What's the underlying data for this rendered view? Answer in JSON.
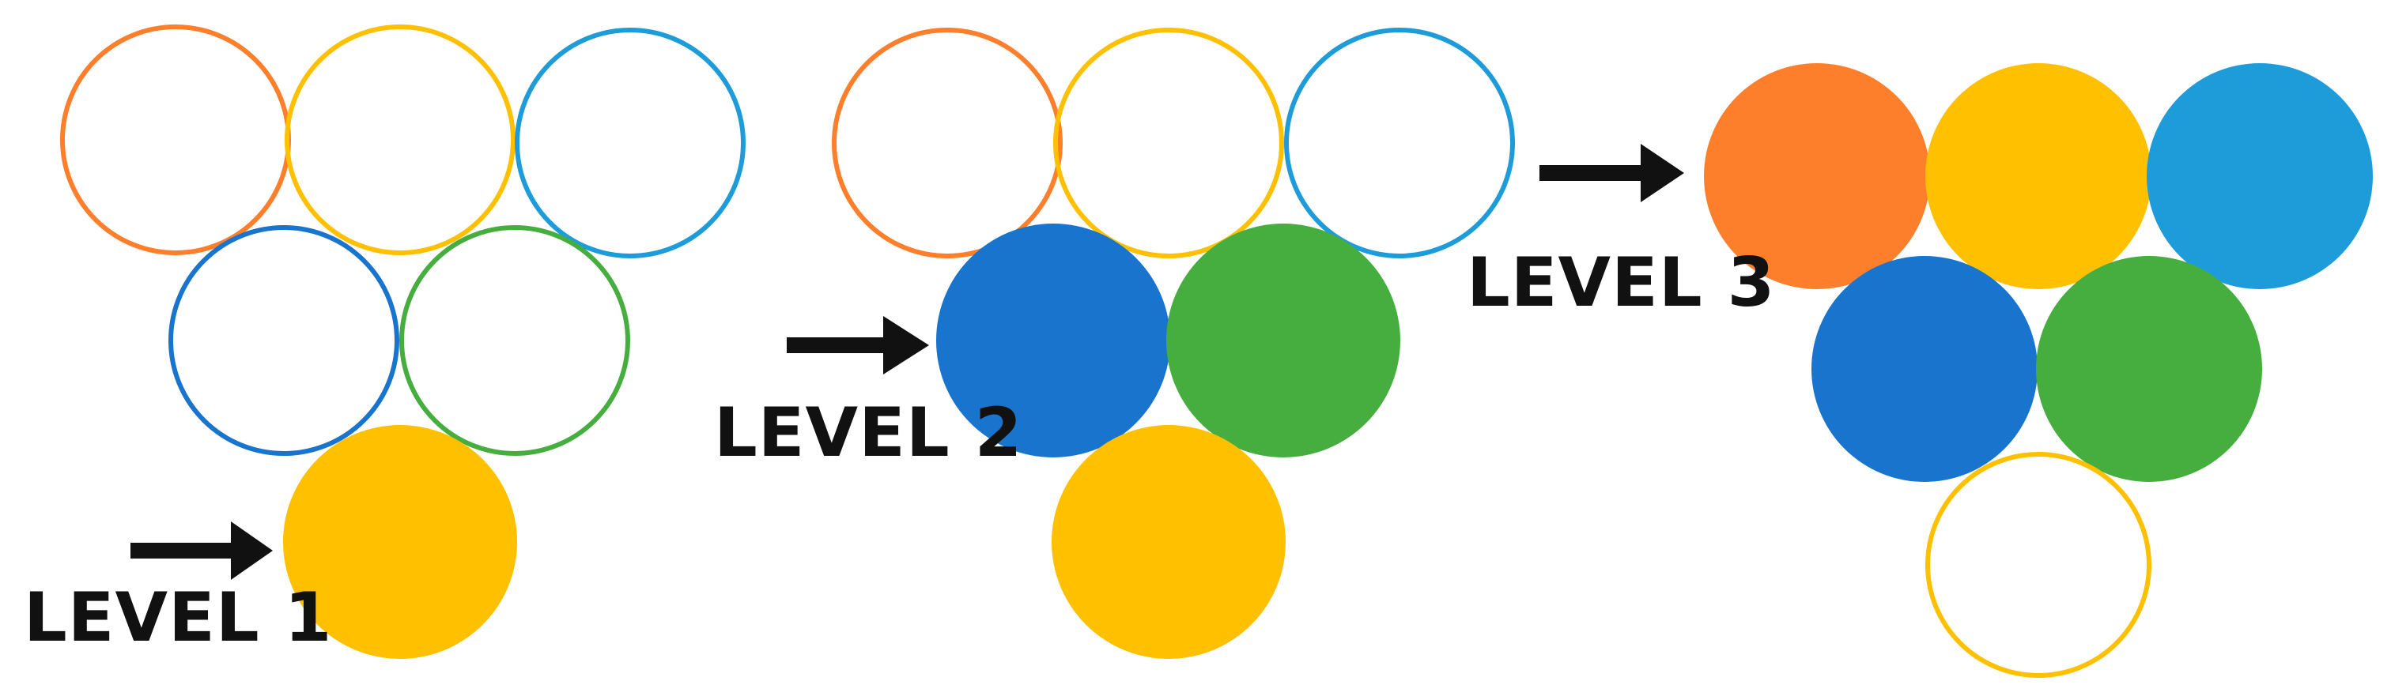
{
  "colors": {
    "orange": "#fe7f2b",
    "yellow": "#ffc000",
    "light_blue": "#1e9cd9",
    "dark_blue": "#1874cd",
    "green": "#46ad3f",
    "arrow": "#111111",
    "background": "#ffffff"
  },
  "groups": [
    {
      "label": "LEVEL 1",
      "circles": [
        {
          "color": "orange",
          "filled": false
        },
        {
          "color": "yellow",
          "filled": false
        },
        {
          "color": "light_blue",
          "filled": false
        },
        {
          "color": "dark_blue",
          "filled": false
        },
        {
          "color": "green",
          "filled": false
        },
        {
          "color": "yellow",
          "filled": true
        }
      ]
    },
    {
      "label": "LEVEL 2",
      "circles": [
        {
          "color": "orange",
          "filled": false
        },
        {
          "color": "yellow",
          "filled": false
        },
        {
          "color": "light_blue",
          "filled": false
        },
        {
          "color": "dark_blue",
          "filled": true
        },
        {
          "color": "green",
          "filled": true
        },
        {
          "color": "yellow",
          "filled": true
        }
      ]
    },
    {
      "label": "LEVEL 3",
      "circles": [
        {
          "color": "orange",
          "filled": true
        },
        {
          "color": "yellow",
          "filled": true
        },
        {
          "color": "light_blue",
          "filled": true
        },
        {
          "color": "dark_blue",
          "filled": true
        },
        {
          "color": "green",
          "filled": true
        },
        {
          "color": "yellow",
          "filled": false
        }
      ]
    }
  ]
}
